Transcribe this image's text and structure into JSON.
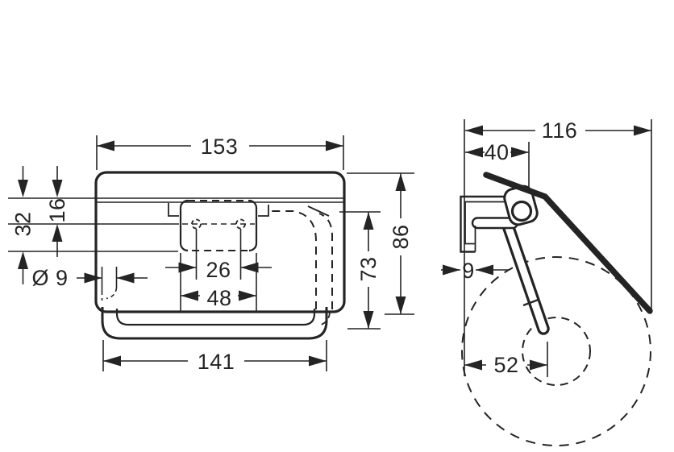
{
  "page": {
    "background": "#ffffff",
    "line_color": "#242424",
    "description_labels": {}
  },
  "views": {
    "front": {
      "dims": {
        "overall_width": "153",
        "bar_width": "141",
        "plate_width": "48",
        "hole_spacing": "26",
        "bar_diameter": "Ø 9",
        "top_to_holes": "16",
        "top_to_plate_bottom": "32",
        "arm_height": "73",
        "cover_height": "86"
      }
    },
    "side": {
      "dims": {
        "overall_depth": "116",
        "cover_top_depth": "40",
        "bracket_depth": "9",
        "roll_center_offset": "52"
      }
    }
  }
}
